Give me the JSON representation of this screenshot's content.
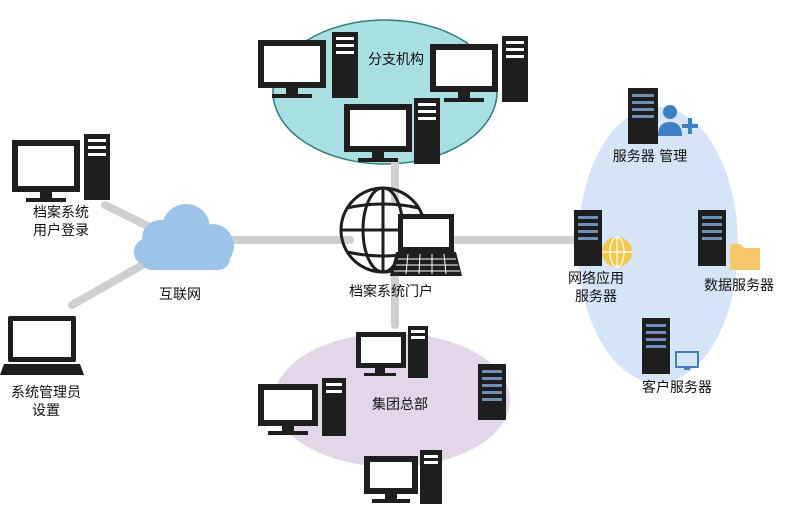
{
  "diagram": {
    "colors": {
      "connector": "#cfcfcf",
      "device": "#1e1e1e",
      "branch_zone_fill": "#a8dfe0",
      "branch_zone_stroke": "#2e7d7f",
      "hq_zone_fill": "#e2d6e8",
      "server_zone_fill": "#d6e4f8",
      "cloud": "#9cc4e8",
      "server_led": "#6f8fb8",
      "globe": "#f4c64b",
      "folder": "#f7c76a",
      "user_badge": "#3f7fc4"
    },
    "icons": {
      "user_login": "desktop-computer-icon",
      "admin": "laptop-icon",
      "internet": "cloud-icon",
      "portal": "globe-laptop-icon",
      "server_management": "server-admin-icon",
      "web_server": "server-globe-icon",
      "data_server": "server-folder-icon",
      "client_server": "server-monitor-icon"
    }
  },
  "labels": {
    "user_login_line1": "档案系统",
    "user_login_line2": "用户登录",
    "admin_line1": "系统管理员",
    "admin_line2": "设置",
    "internet": "互联网",
    "portal": "档案系统门户",
    "branch": "分支机构",
    "hq": "集团总部",
    "server_mgmt": "服务器 管理",
    "web_app_line1": "网络应用",
    "web_app_line2": "服务器",
    "data_server": "数据服务器",
    "client_server": "客户服务器"
  }
}
